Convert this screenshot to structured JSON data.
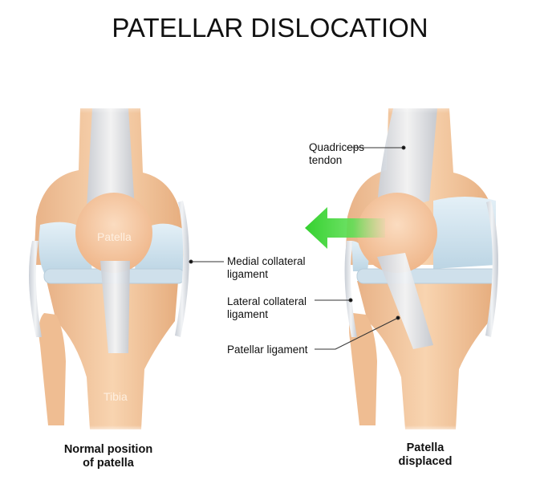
{
  "title": "PATELLAR DISLOCATION",
  "left_knee": {
    "inner_labels": {
      "patella": "Patella",
      "tibia": "Tibia"
    },
    "caption": [
      "Normal position",
      "of patella"
    ]
  },
  "right_knee": {
    "caption": [
      "Patella",
      "displaced"
    ],
    "arrow": {
      "direction": "left",
      "color": "#3fd43a"
    }
  },
  "callouts": [
    {
      "id": "quadriceps-tendon",
      "lines": [
        "Quadriceps",
        "tendon"
      ]
    },
    {
      "id": "medial-collateral-ligament",
      "lines": [
        "Medial collateral",
        "ligament"
      ]
    },
    {
      "id": "lateral-collateral-ligament",
      "lines": [
        "Lateral collateral",
        "ligament"
      ]
    },
    {
      "id": "patellar-ligament",
      "lines": [
        "Patellar ligament"
      ]
    }
  ],
  "colors": {
    "bone": "#f5c9a0",
    "bone_shadow": "#e6ad7e",
    "cartilage": "#cfe3ef",
    "ligament": "#dfe3e8",
    "arrow": "#3fd43a"
  }
}
